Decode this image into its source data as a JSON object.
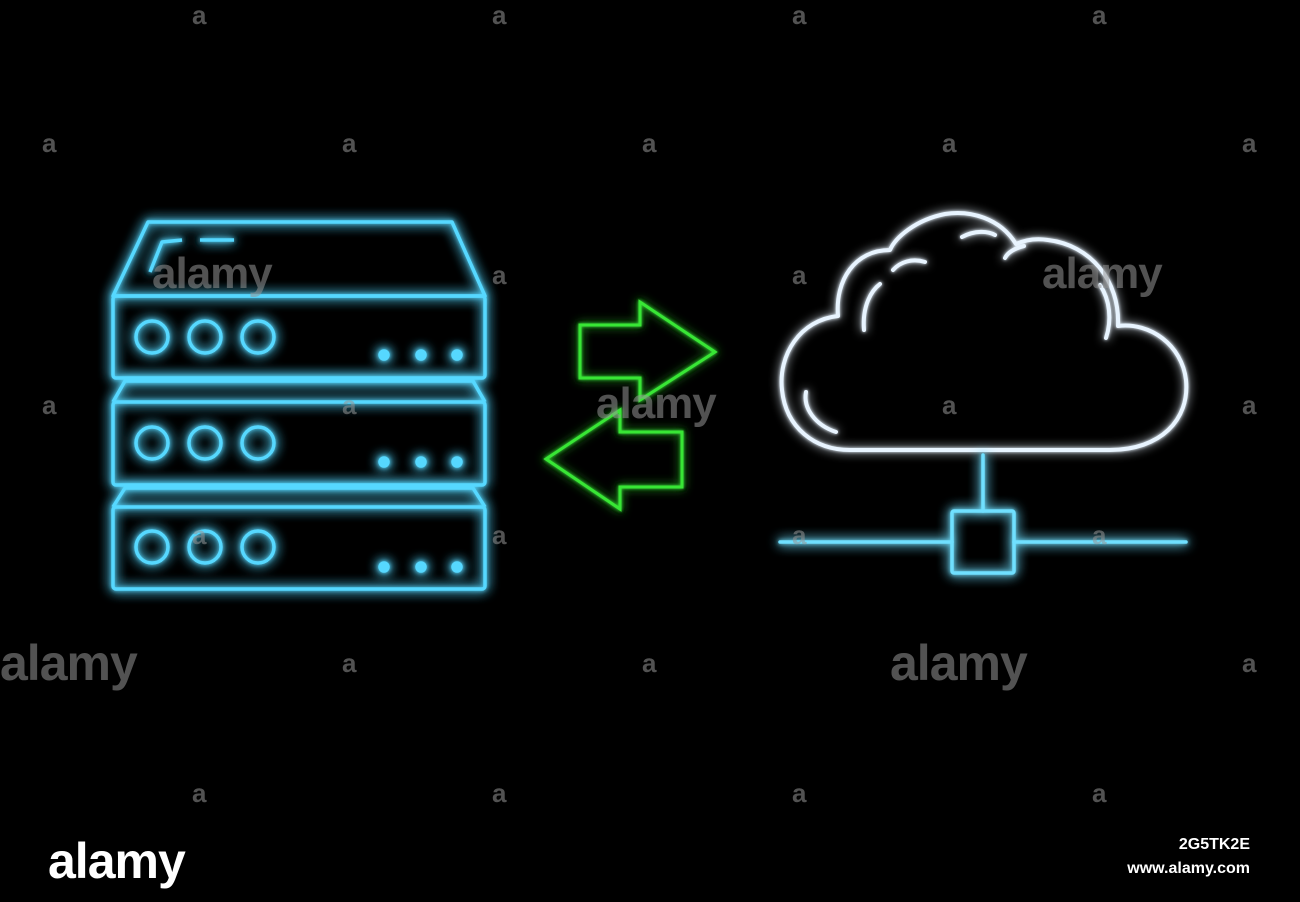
{
  "scene": {
    "background": "#000000",
    "server_color": "#57d8ff",
    "arrow_color": "#39e635",
    "cloud_color": "#e8f4ff",
    "network_color": "#6fe0ff"
  },
  "icons": [
    "server-rack-icon",
    "sync-arrows-icon",
    "cloud-network-icon"
  ],
  "watermark": {
    "small_mark": "a",
    "word_mark": "alamy"
  },
  "footer": {
    "brand": "alamy",
    "image_id": "2G5TK2E",
    "site": "www.alamy.com"
  }
}
